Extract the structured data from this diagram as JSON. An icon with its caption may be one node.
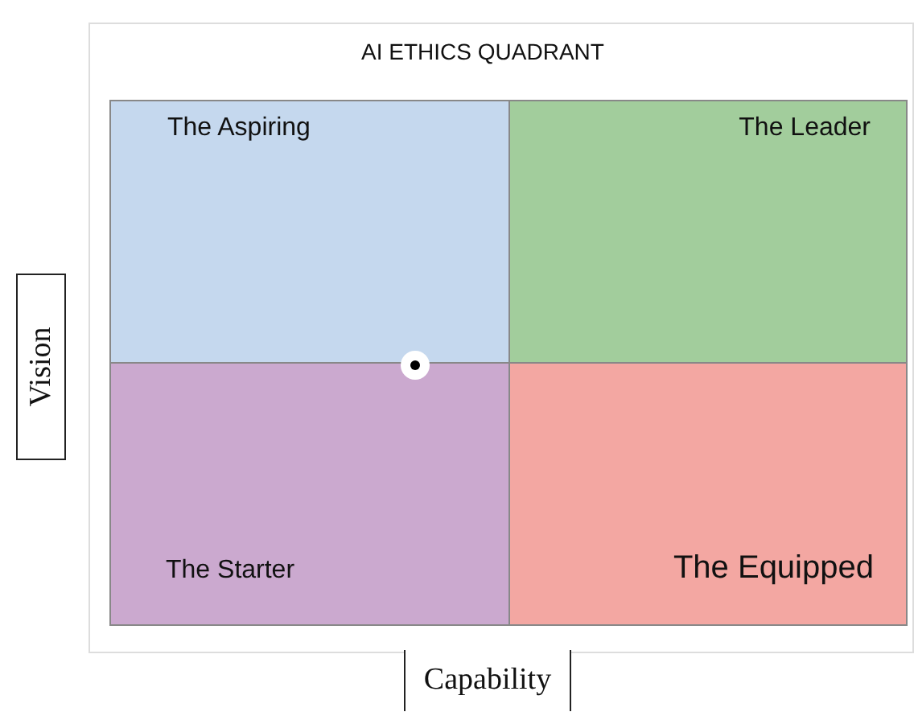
{
  "diagram": {
    "title": "AI ETHICS QUADRANT",
    "nodes": [
      {
        "text": [
          "The Aspiring"
        ]
      },
      {
        "text": [
          "The Leader"
        ]
      },
      {
        "text": [
          "The Starter"
        ]
      },
      {
        "text": [
          "The Equipped"
        ]
      },
      {
        "text": [
          "Vision"
        ]
      },
      {
        "text": [
          "Capability"
        ]
      }
    ],
    "edges": []
  }
}
